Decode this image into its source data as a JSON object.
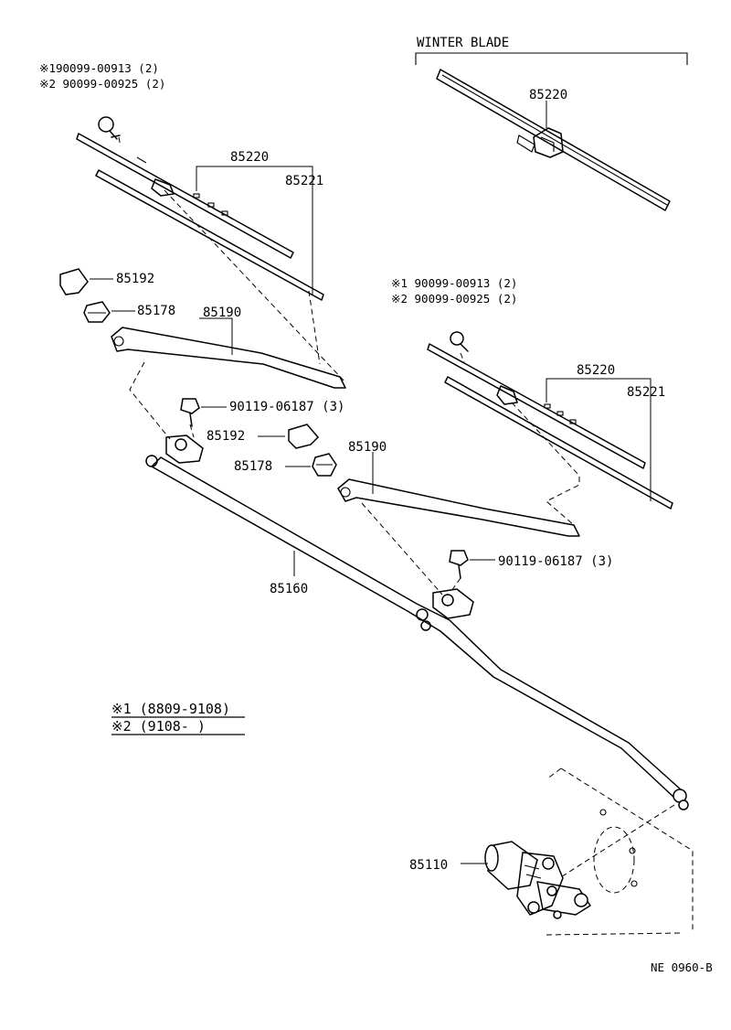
{
  "winter_blade": {
    "title": "WINTER BLADE",
    "part": "85220"
  },
  "left_assembly": {
    "fastener_1": "※190099-00913 (2)",
    "fastener_2": "※2 90099-00925 (2)",
    "blade": "85220",
    "rubber": "85221",
    "cap": "85192",
    "nut": "85178",
    "arm": "85190",
    "bolt": "90119-06187 (3)"
  },
  "right_assembly": {
    "fastener_1": "※1 90099-00913 (2)",
    "fastener_2": "※2 90099-00925 (2)",
    "blade": "85220",
    "rubber": "85221",
    "cap": "85192",
    "nut": "85178",
    "arm": "85190",
    "bolt": "90119-06187 (3)"
  },
  "link": "85160",
  "motor": "85110",
  "notes": {
    "note_1": "※1 (8809-9108)",
    "note_2": "※2 (9108-      )"
  },
  "diagram_code": "NE 0960-B"
}
